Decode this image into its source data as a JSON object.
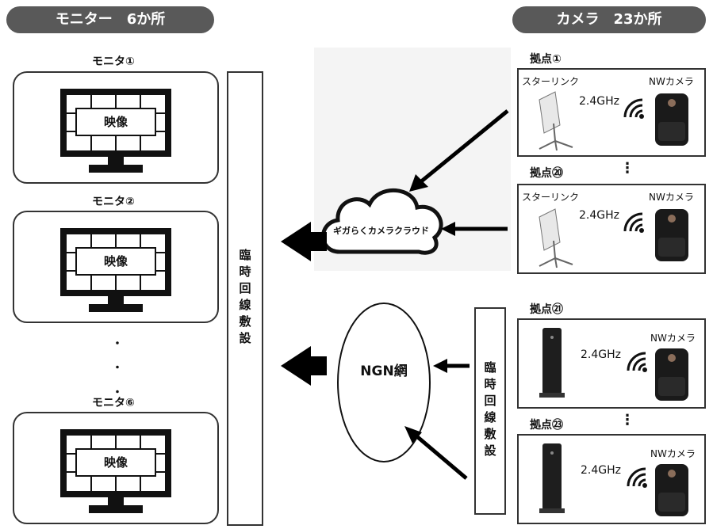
{
  "header": {
    "monitors_title": "モニター　6か所",
    "cameras_title": "カメラ　23か所"
  },
  "monitors": [
    {
      "label": "モニタ①",
      "screen_text": "映像"
    },
    {
      "label": "モニタ②",
      "screen_text": "映像"
    },
    {
      "label": "モニタ⑥",
      "screen_text": "映像"
    }
  ],
  "monitor_ellipsis": "・ ・ ・",
  "line_install": {
    "left_text": "臨時回線敷設",
    "right_text": "臨時回線敷設"
  },
  "cloud": {
    "label": "ギガらくカメラクラウド"
  },
  "ngn": {
    "label": "NGN網"
  },
  "sites": [
    {
      "name": "拠点①",
      "device": "スターリンク",
      "freq": "2.4GHz",
      "camera": "NWカメラ"
    },
    {
      "name": "拠点⑳",
      "device": "スターリンク",
      "freq": "2.4GHz",
      "camera": "NWカメラ"
    },
    {
      "name": "拠点㉑",
      "device": "",
      "freq": "2.4GHz",
      "camera": "NWカメラ"
    },
    {
      "name": "拠点㉓",
      "device": "",
      "freq": "2.4GHz",
      "camera": "NWカメラ"
    }
  ],
  "site_ellipsis": "⋮",
  "colors": {
    "pill": "#595959",
    "line": "#333333",
    "arrow": "#000000"
  },
  "icons": [
    "monitor-icon",
    "starlink-dish-icon",
    "router-icon",
    "wifi-icon",
    "camera-icon",
    "cloud-icon",
    "arrow-icon"
  ]
}
